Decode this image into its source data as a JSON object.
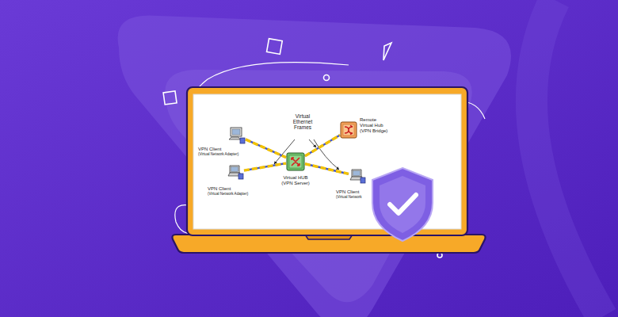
{
  "diagram": {
    "nodes": [
      {
        "text": [
          "VPN Client",
          "(Virtual Network Adapter)"
        ]
      },
      {
        "text": [
          "VPN Client",
          "(Virtual Network Adapter)"
        ]
      },
      {
        "text": [
          "Virtual HUB",
          "(VPN Server)"
        ]
      },
      {
        "text": [
          "Remote Virtual Hub",
          "(VPN Bridge)"
        ]
      },
      {
        "text": [
          "VPN Client",
          "(Virtual Network"
        ]
      }
    ],
    "edges": [
      {
        "from": 0,
        "to": 2,
        "arrow": "none"
      },
      {
        "from": 1,
        "to": 2,
        "arrow": "none"
      },
      {
        "from": 2,
        "to": 3,
        "arrow": "none"
      },
      {
        "from": 2,
        "to": 4,
        "arrow": "none"
      }
    ],
    "labels": [
      "Virtual Ethernet Frames"
    ]
  }
}
